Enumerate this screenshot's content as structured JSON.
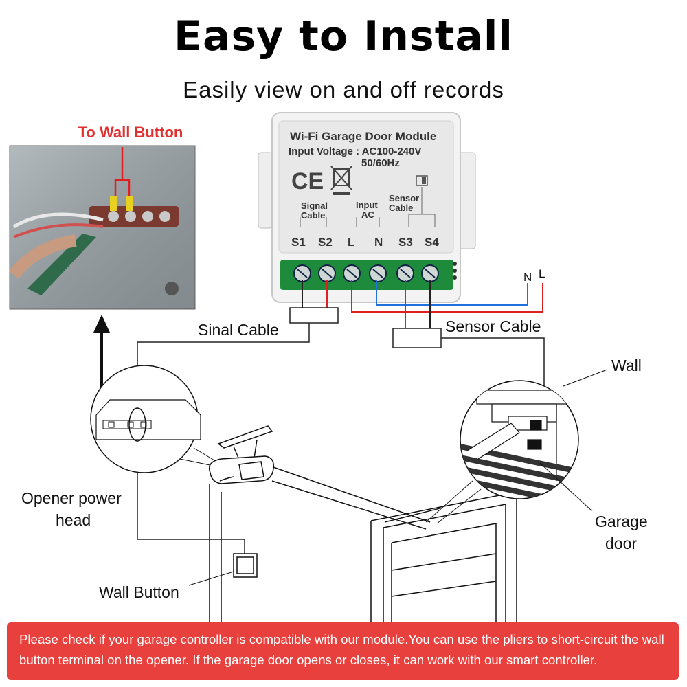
{
  "header": {
    "title": "Easy to Install",
    "subtitle": "Easily view on and off records"
  },
  "photo": {
    "label": "To Wall Button"
  },
  "module": {
    "name": "Wi-Fi Garage Door Module",
    "voltage_line1": "Input Voltage : AC100-240V",
    "voltage_line2": "50/60Hz",
    "ce_mark": "CE",
    "groups": {
      "signal_1": "Signal",
      "signal_2": "Cable",
      "input_1": "Input",
      "input_2": "AC",
      "sensor_1": "Sensor",
      "sensor_2": "Cable"
    },
    "terminals": [
      "S1",
      "S2",
      "L",
      "N",
      "S3",
      "S4"
    ]
  },
  "power": {
    "n": "N",
    "l": "L"
  },
  "labels": {
    "signal_cable": "Sinal Cable",
    "sensor_cable": "Sensor Cable",
    "wall": "Wall",
    "opener_1": "Opener power",
    "opener_2": "head",
    "garage_1": "Garage",
    "garage_2": "door",
    "wall_button": "Wall Button"
  },
  "notice": {
    "text": "Please check if your garage controller is compatible with our module.You can use the pliers to short-circuit the wall button terminal on the opener. If the garage door opens or closes, it can work with our smart controller."
  },
  "colors": {
    "red_wire": "#e02020",
    "blue_wire": "#2070e0",
    "terminal_green": "#1e8a3c",
    "notice_bg": "#e8403d"
  }
}
